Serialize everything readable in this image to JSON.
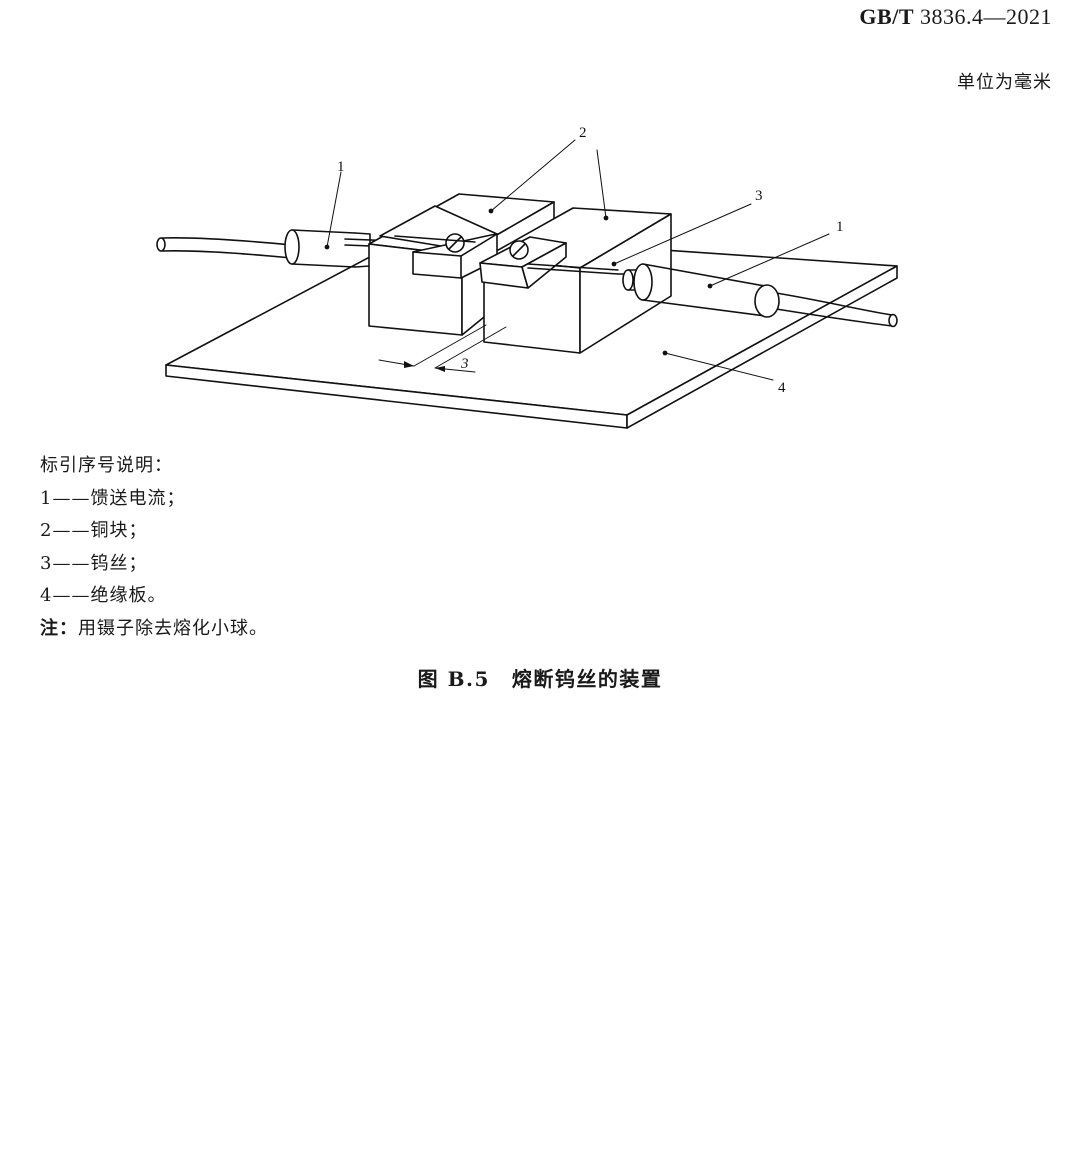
{
  "header": {
    "standard_prefix": "GB/T",
    "standard_code": "3836.4—2021",
    "unit_note": "单位为毫米"
  },
  "figure": {
    "callouts": {
      "feed_current_left": "1",
      "feed_current_right": "1",
      "copper_block": "2",
      "tungsten_wire": "3",
      "insulating_plate": "4",
      "gap_dimension": "3"
    }
  },
  "legend": {
    "title": "标引序号说明：",
    "items": [
      {
        "num": "1",
        "dash": "——",
        "text": "馈送电流；"
      },
      {
        "num": "2",
        "dash": "——",
        "text": "铜块；"
      },
      {
        "num": "3",
        "dash": "——",
        "text": "钨丝；"
      },
      {
        "num": "4",
        "dash": "——",
        "text": "绝缘板。"
      }
    ],
    "note_label": "注：",
    "note_text": "用镊子除去熔化小球。"
  },
  "caption": {
    "number": "图 B.5",
    "title": "熔断钨丝的装置"
  }
}
